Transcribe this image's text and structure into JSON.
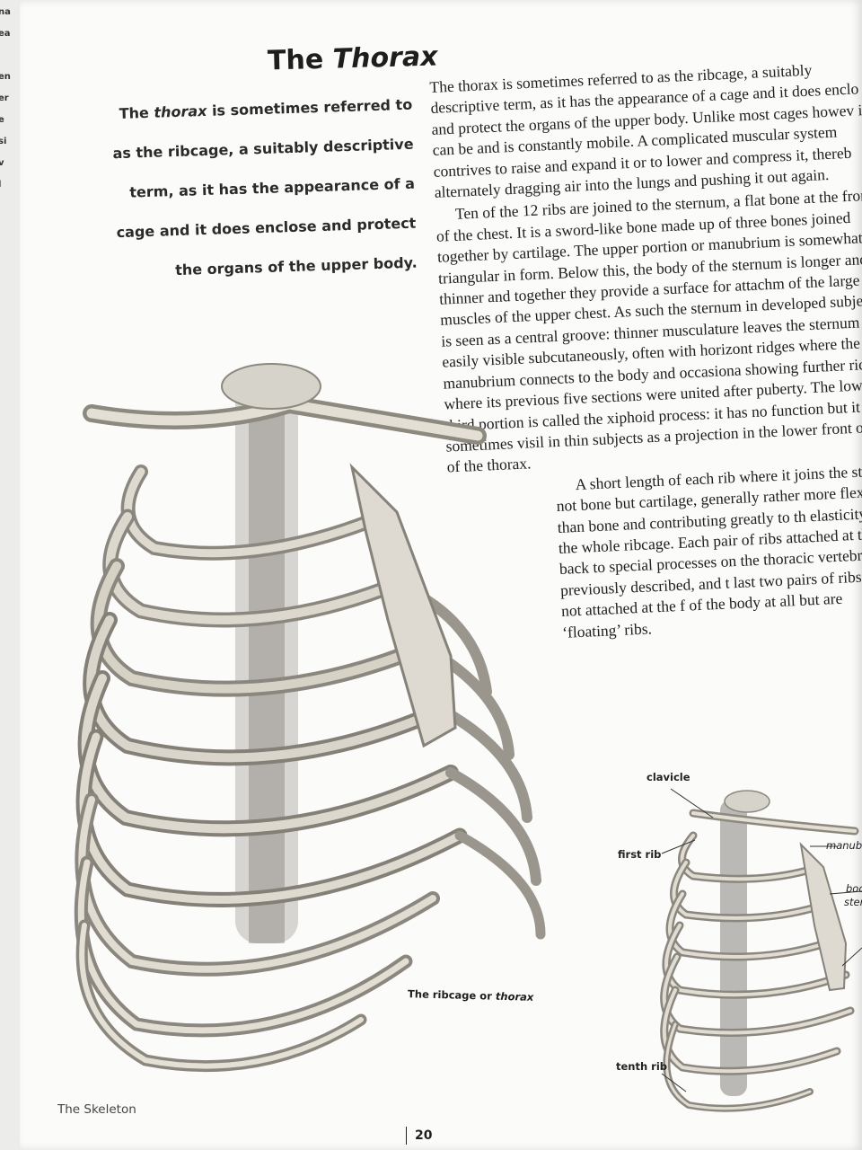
{
  "prev_page_fragments": [
    "na",
    "ea",
    "en",
    "er",
    "e",
    "si",
    "v",
    "l"
  ],
  "title": {
    "prefix": "The ",
    "emph": "Thorax"
  },
  "pull_quote": {
    "before": "The ",
    "emph": "thorax",
    "after": "is sometimes referred to as the ribcage, a suitably descriptive term, as it has the appearance of a cage and it does enclose and protect the organs of the upper body."
  },
  "body_paragraphs": [
    "The thorax is sometimes referred to as the ribcage, a suitably descriptive term, as it has the appearance of a cage and it does enclo and protect the organs of the upper body. Unlike most cages howev it can be and is constantly mobile. A complicated muscular system contrives to raise and expand it or to lower and compress it, thereb alternately dragging air into the lungs and pushing it out again.",
    "Ten of the 12 ribs are joined to the sternum, a flat bone at the front of the chest. It is a sword-like bone made up of three bones joined together by cartilage. The upper portion or manubrium is somewhat triangular in form. Below this, the body of the sternum is longer and thinner and together they provide a surface for attachm of the large muscles of the upper chest. As such the sternum in developed subjects is seen as a central groove: thinner musculature leaves the sternum easily visible subcutaneously, often with horizont ridges where the manubrium connects to the body and occasiona showing further ridges where its previous five sections were united after puberty. The lowest, third portion is called the xiphoid process: it has no function but it is sometimes visil in thin subjects as a projection in the lower front open of the thorax.",
    "A short length of each rib where it joins the ster is not bone but cartilage, generally rather more flexible than bone and contributing greatly to th elasticity of the whole ribcage. Each pair of ribs attached at the back to special processes on the thoracic vertebrae, as previously described, and t last two pairs of ribs are not attached at the f of the body at all but are ‘floating’ ribs."
  ],
  "main_caption": {
    "before": "The ribcage or ",
    "emph": "thorax"
  },
  "diagram_labels": {
    "clavicle": "clavicle",
    "first_rib": "first rib",
    "manubrium": "manubri",
    "body": "bod",
    "sternum": "ster",
    "tenth_rib": "tenth rib"
  },
  "footer": "The Skeleton",
  "page_number": "20"
}
